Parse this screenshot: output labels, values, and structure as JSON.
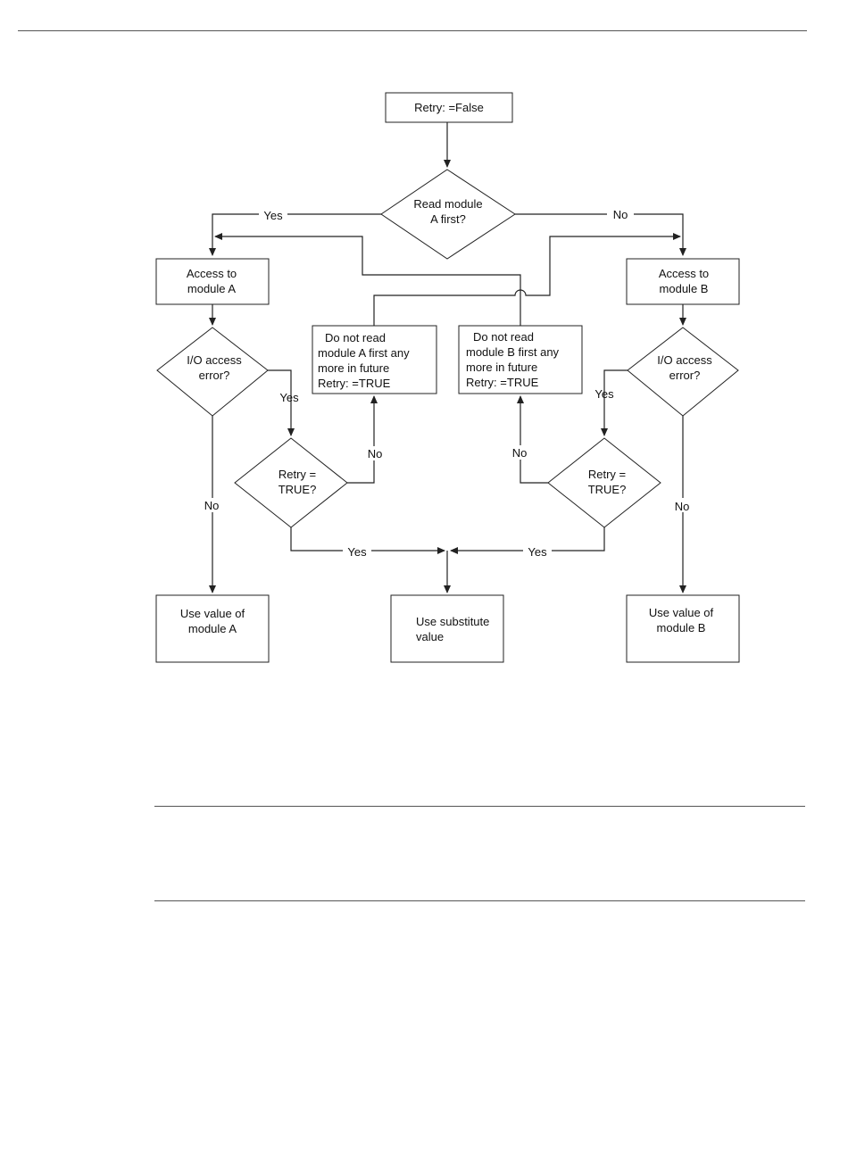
{
  "nodes": {
    "start": [
      "Retry: =False"
    ],
    "decision_first": [
      "Read module",
      "A first?"
    ],
    "access_a": [
      "Access to",
      "module A"
    ],
    "access_b": [
      "Access to",
      "module B"
    ],
    "err_a": [
      "I/O access",
      "error?"
    ],
    "err_b": [
      "I/O access",
      "error?"
    ],
    "retry_a": [
      "Retry =",
      "TRUE?"
    ],
    "retry_b": [
      "Retry =",
      "TRUE?"
    ],
    "noread_a": [
      "Do not read",
      "module A first any",
      "more in future",
      "Retry: =TRUE"
    ],
    "noread_b": [
      "Do not read",
      "module B first any",
      "more in future",
      "Retry: =TRUE"
    ],
    "use_a": [
      "Use value of",
      "module A"
    ],
    "use_sub": [
      "Use substitute",
      "value"
    ],
    "use_b": [
      "Use value of",
      "module B"
    ]
  },
  "edge_labels": {
    "first_yes": "Yes",
    "first_no": "No",
    "err_a_yes": "Yes",
    "err_a_no": "No",
    "err_b_yes": "Yes",
    "err_b_no": "No",
    "retry_a_no": "No",
    "retry_a_yes": "Yes",
    "retry_b_no": "No",
    "retry_b_yes": "Yes"
  }
}
